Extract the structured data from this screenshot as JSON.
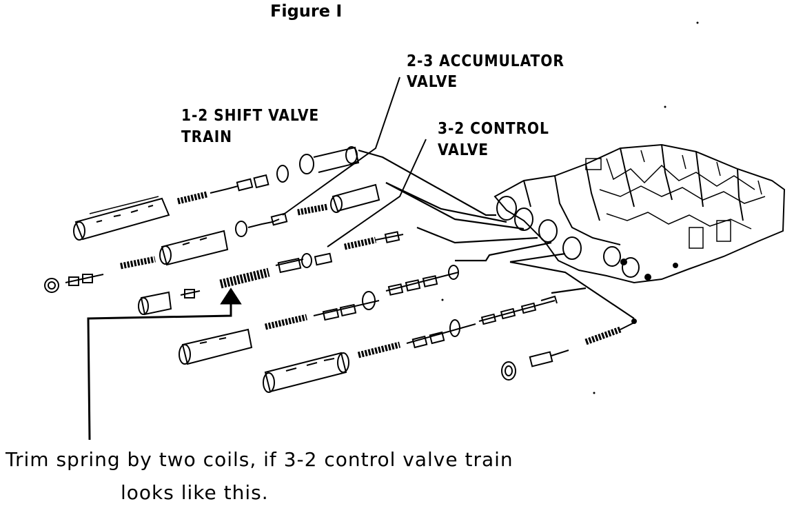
{
  "figure": {
    "title": "Figure I",
    "labels": {
      "accumulator": [
        "2-3 ACCUMULATOR",
        "VALVE"
      ],
      "shift_train": [
        "1-2 SHIFT VALVE",
        "TRAIN"
      ],
      "control_valve": [
        "3-2 CONTROL",
        "VALVE"
      ]
    },
    "caption": [
      "Trim spring by two coils, if 3-2 control valve train",
      "looks like this."
    ]
  },
  "colors": {
    "ink": "#000000",
    "paper": "#ffffff"
  }
}
